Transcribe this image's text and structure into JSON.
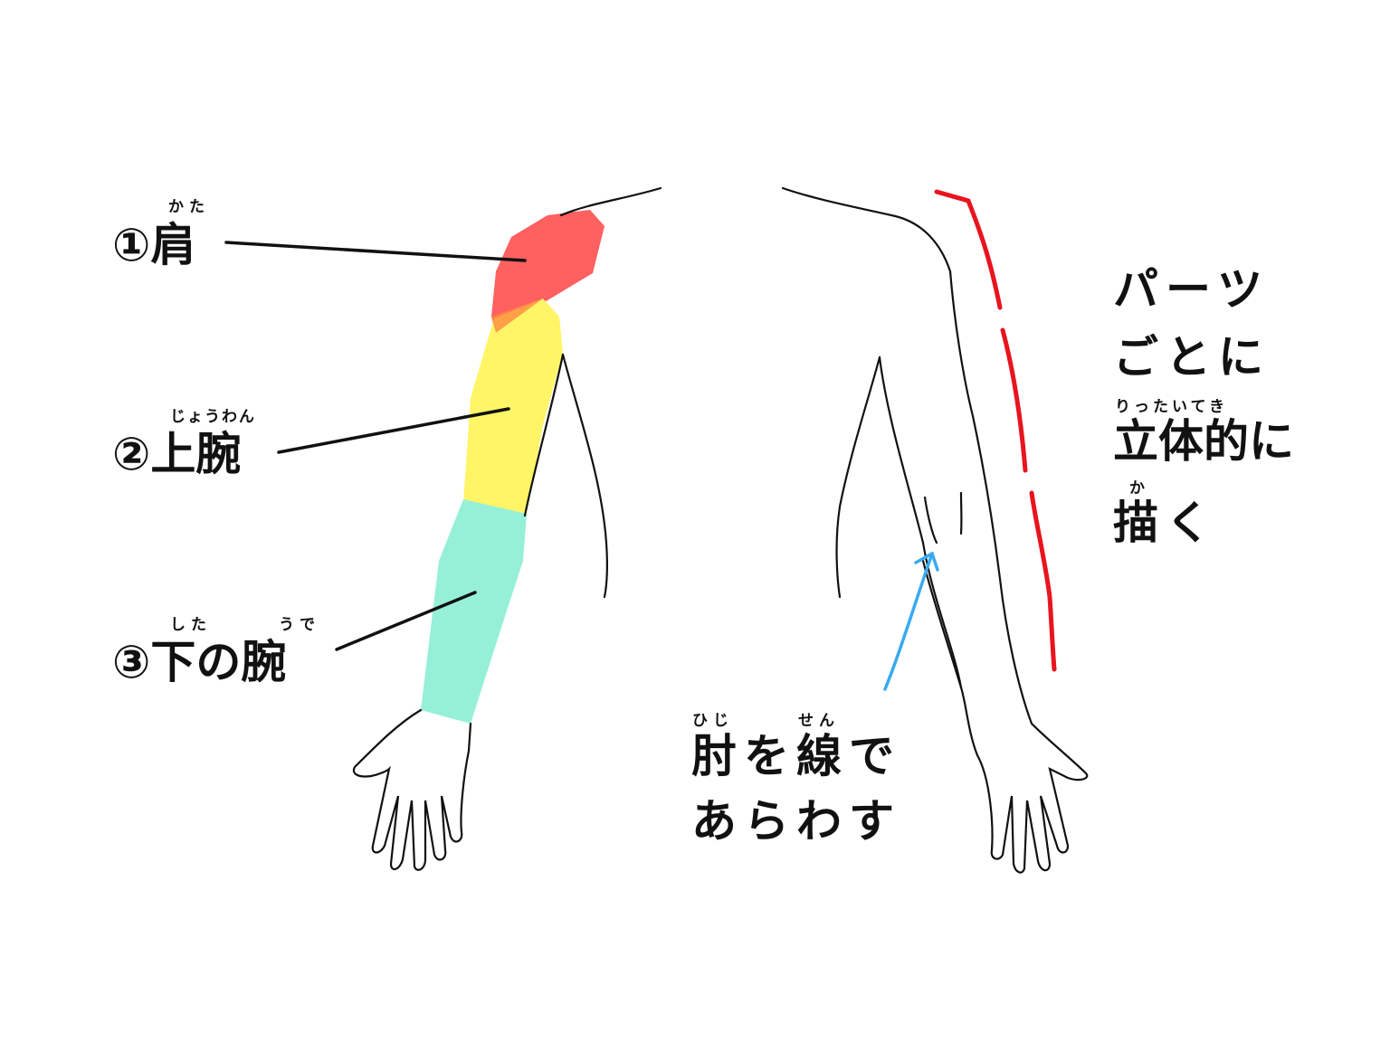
{
  "labels": {
    "shoulder": {
      "num": "①",
      "text": "肩",
      "ruby": "かた"
    },
    "upper_arm": {
      "num": "②",
      "text": "上腕",
      "ruby": "じょうわん"
    },
    "forearm": {
      "num": "③",
      "text": "下の腕",
      "ruby_1": "した",
      "ruby_2": "うで"
    }
  },
  "elbow_note": {
    "line1": "肘を線で",
    "line2": "あらわす",
    "ruby_1": "ひじ",
    "ruby_2": "せん"
  },
  "parts_note": {
    "line1": "パーツ",
    "line2": "ごとに",
    "line3": "立体的に",
    "line3_ruby": "りったいてき",
    "line4": "描く",
    "line4_ruby": "か"
  },
  "colors": {
    "shoulder": "#ff6060",
    "upper_arm": "#fff566",
    "forearm": "#96f0d8",
    "red_line": "#e8141e",
    "blue_arrow": "#3aaaf0"
  }
}
